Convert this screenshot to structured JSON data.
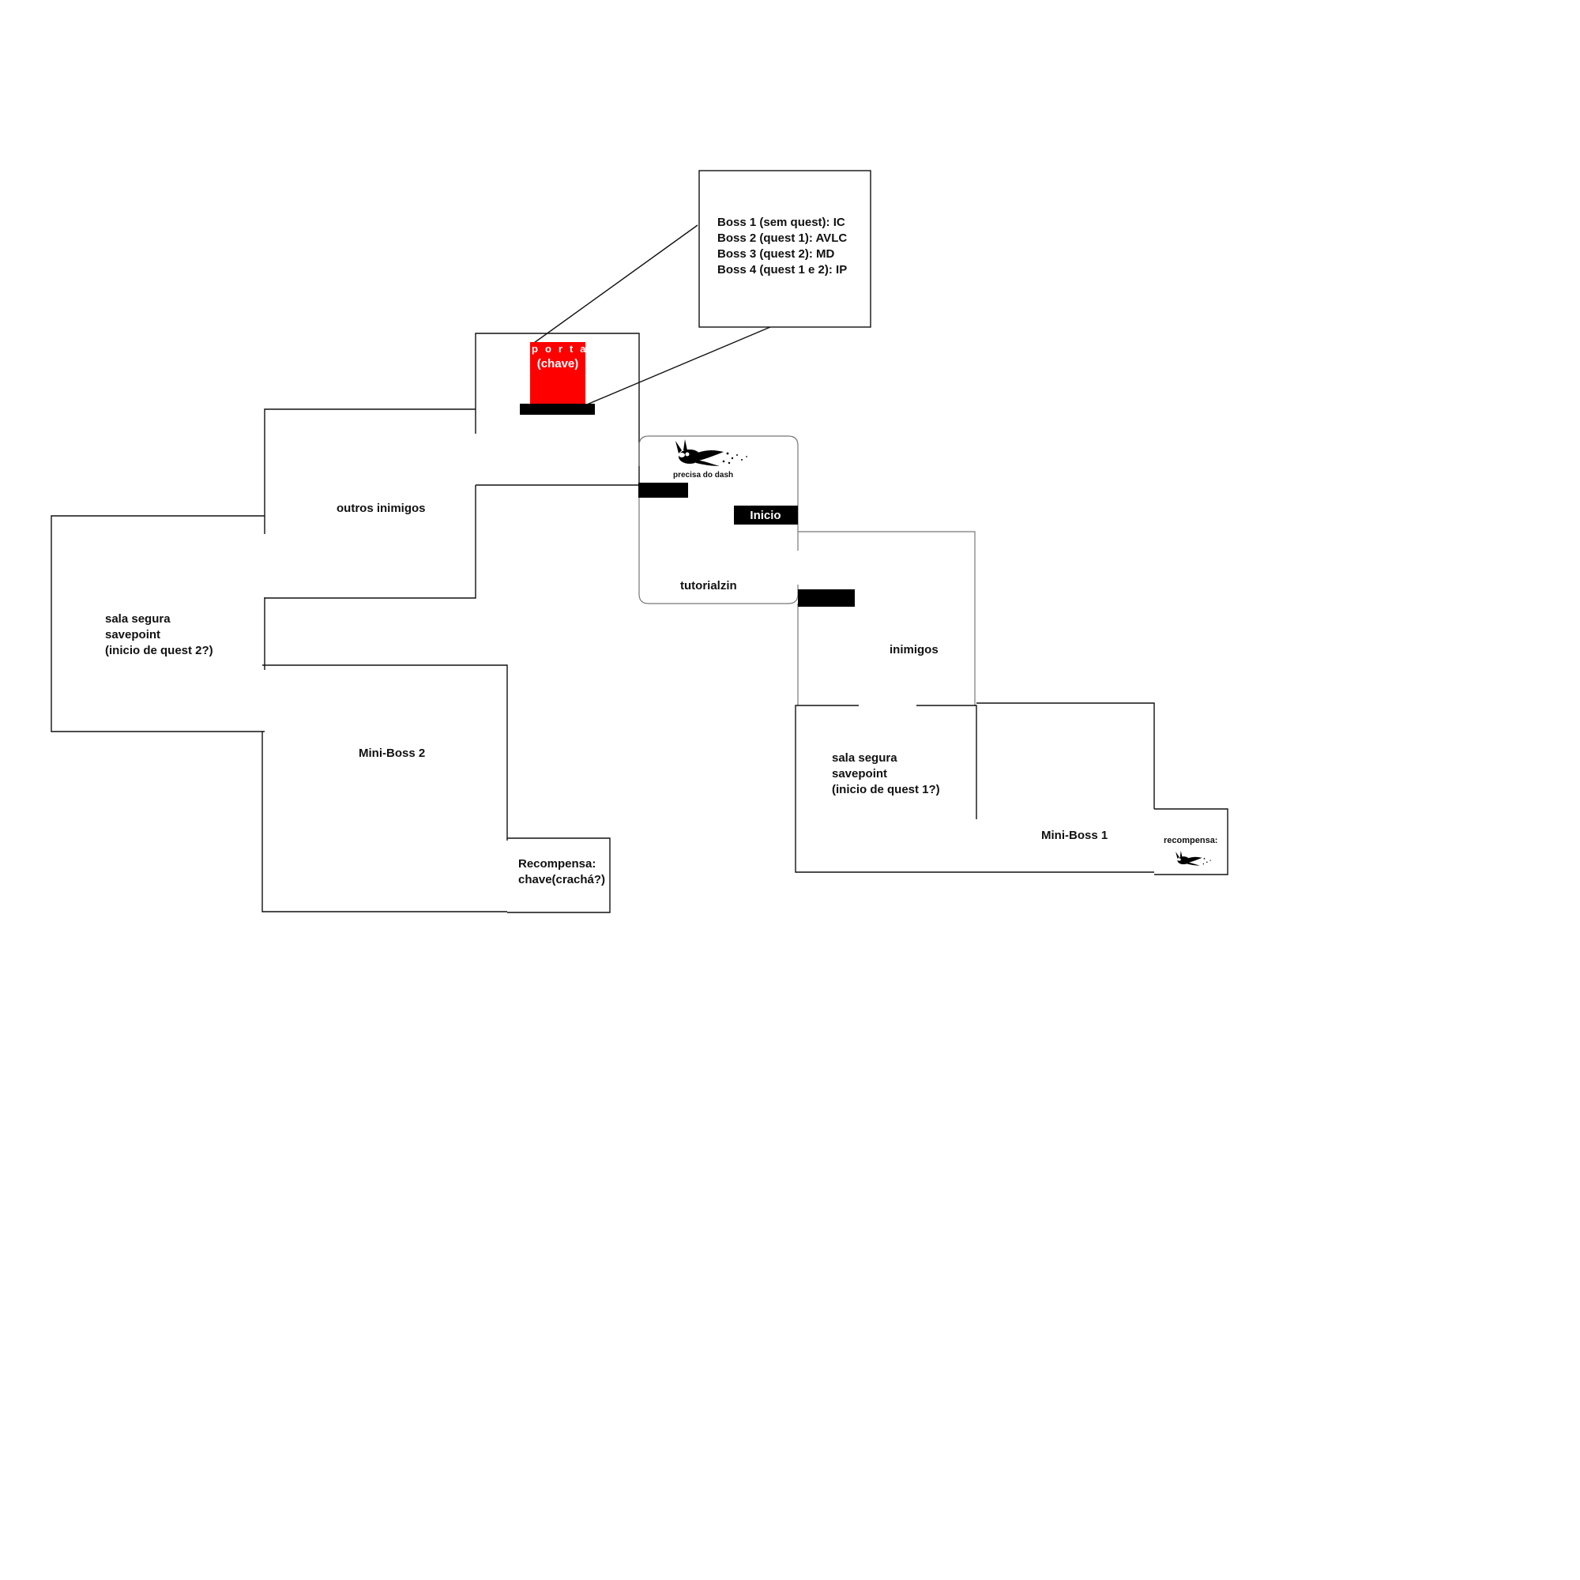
{
  "legend": {
    "lines": [
      "Boss 1 (sem quest):  IC",
      "Boss 2 (quest 1): AVLC",
      "Boss 3 (quest 2): MD",
      "Boss 4 (quest 1 e 2): IP"
    ]
  },
  "door": {
    "line1": "porta",
    "line2": "(chave)",
    "color": "#ff0000"
  },
  "tutorial_room": {
    "dash_note": "precisa do dash",
    "start_label": "Inicio",
    "label": "tutorialzin",
    "icon": "dash-creature-icon"
  },
  "rooms": {
    "other_enemies": "outros inimigos",
    "safe_room_2": [
      "sala segura",
      "savepoint",
      "(inicio de quest 2?)"
    ],
    "mini_boss_2": "Mini-Boss 2",
    "reward_2": [
      "Recompensa:",
      "chave(crachá?)"
    ],
    "enemies": "inimigos",
    "safe_room_1": [
      "sala segura",
      "savepoint",
      "(inicio de quest 1?)"
    ],
    "mini_boss_1": "Mini-Boss 1",
    "reward_1": "recompensa:",
    "reward_1_icon": "dash-creature-icon"
  },
  "colors": {
    "wall": "#111111",
    "door": "#ff0000",
    "platform": "#000000"
  }
}
